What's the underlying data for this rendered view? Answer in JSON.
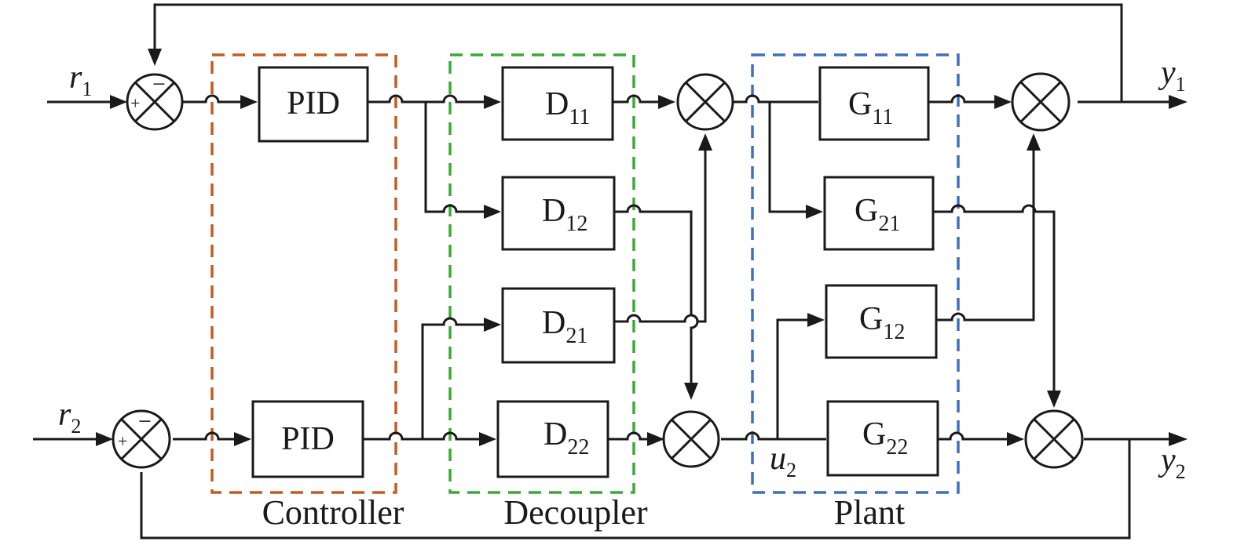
{
  "colors": {
    "controller": "#c55a22",
    "decoupler": "#3aaa35",
    "plant": "#3f6fbf",
    "line": "#1a1a1a"
  },
  "groups": {
    "controller": "Controller",
    "decoupler": "Decoupler",
    "plant": "Plant"
  },
  "blocks": {
    "pid1": "PID",
    "pid2": "PID",
    "d11": {
      "base": "D",
      "sub": "11"
    },
    "d12": {
      "base": "D",
      "sub": "12"
    },
    "d21": {
      "base": "D",
      "sub": "21"
    },
    "d22": {
      "base": "D",
      "sub": "22"
    },
    "g11": {
      "base": "G",
      "sub": "11"
    },
    "g21": {
      "base": "G",
      "sub": "21"
    },
    "g12": {
      "base": "G",
      "sub": "12"
    },
    "g22": {
      "base": "G",
      "sub": "22"
    }
  },
  "signals": {
    "r1": {
      "base": "r",
      "sub": "1"
    },
    "r2": {
      "base": "r",
      "sub": "2"
    },
    "y1": {
      "base": "y",
      "sub": "1"
    },
    "y2": {
      "base": "y",
      "sub": "2"
    },
    "u2": {
      "base": "u",
      "sub": "2"
    }
  },
  "signs": {
    "plus": "+",
    "minus": "−"
  }
}
